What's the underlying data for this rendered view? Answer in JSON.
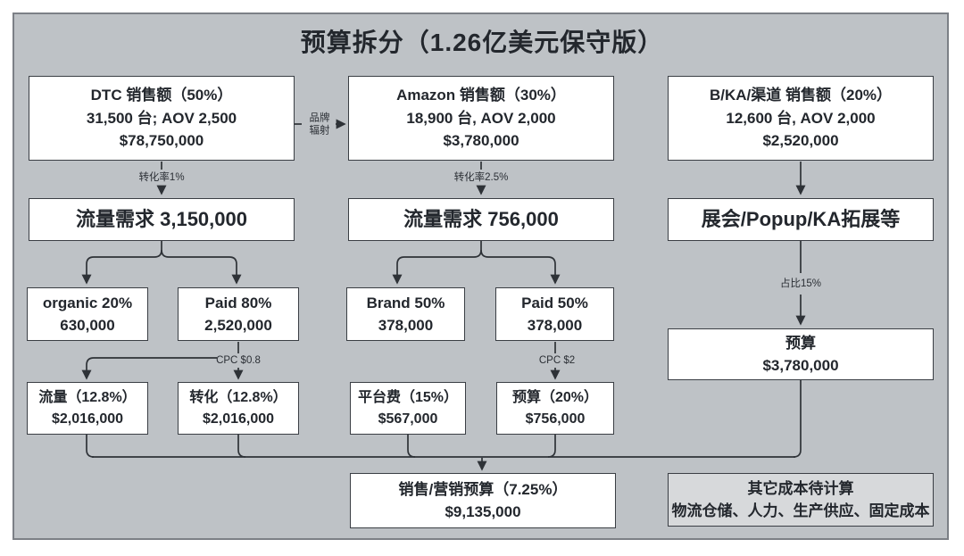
{
  "title": "预算拆分（1.26亿美元保守版）",
  "colors": {
    "page_bg": "#ffffff",
    "canvas_bg": "#bec2c6",
    "frame_border": "#7c8086",
    "box_fill": "#ffffff",
    "box_border": "#3a3e44",
    "note_fill": "#d7d9db",
    "line": "#2e3237",
    "text": "#23272d"
  },
  "nodes": {
    "dtc": {
      "lines": [
        "DTC 销售额（50%）",
        "31,500 台; AOV 2,500",
        "$78,750,000"
      ]
    },
    "amazon": {
      "lines": [
        "Amazon 销售额（30%）",
        "18,900 台, AOV 2,000",
        "$3,780,000"
      ]
    },
    "bka": {
      "lines": [
        "B/KA/渠道 销售额（20%）",
        "12,600 台, AOV 2,000",
        "$2,520,000"
      ]
    },
    "dtc_traffic": {
      "lines": [
        "流量需求 3,150,000"
      ]
    },
    "amazon_traffic": {
      "lines": [
        "流量需求 756,000"
      ]
    },
    "bka_channels": {
      "lines": [
        "展会/Popup/KA拓展等"
      ]
    },
    "organic": {
      "lines": [
        "organic 20%",
        "630,000"
      ]
    },
    "paid80": {
      "lines": [
        "Paid 80%",
        "2,520,000"
      ]
    },
    "brand50": {
      "lines": [
        "Brand 50%",
        "378,000"
      ]
    },
    "paid50": {
      "lines": [
        "Paid 50%",
        "378,000"
      ]
    },
    "traffic_budget": {
      "lines": [
        "流量（12.8%）",
        "$2,016,000"
      ]
    },
    "conversion_budget": {
      "lines": [
        "转化（12.8%）",
        "$2,016,000"
      ]
    },
    "platform_fee": {
      "lines": [
        "平台费（15%）",
        "$567,000"
      ]
    },
    "amazon_budget": {
      "lines": [
        "预算（20%）",
        "$756,000"
      ]
    },
    "bka_budget": {
      "lines": [
        "预算",
        "$3,780,000"
      ]
    },
    "total_budget": {
      "lines": [
        "销售/营销预算（7.25%）",
        "$9,135,000"
      ]
    },
    "other_costs": {
      "lines": [
        "其它成本待计算",
        "物流仓储、人力、生产供应、固定成本"
      ]
    }
  },
  "edge_labels": {
    "brand_radiation_line1": "品牌",
    "brand_radiation_line2": "辐射",
    "cvr_dtc": "转化率1%",
    "cvr_amazon": "转化率2.5%",
    "cpc_dtc": "CPC $0.8",
    "cpc_amazon": "CPC $2",
    "bka_share": "占比15%"
  }
}
